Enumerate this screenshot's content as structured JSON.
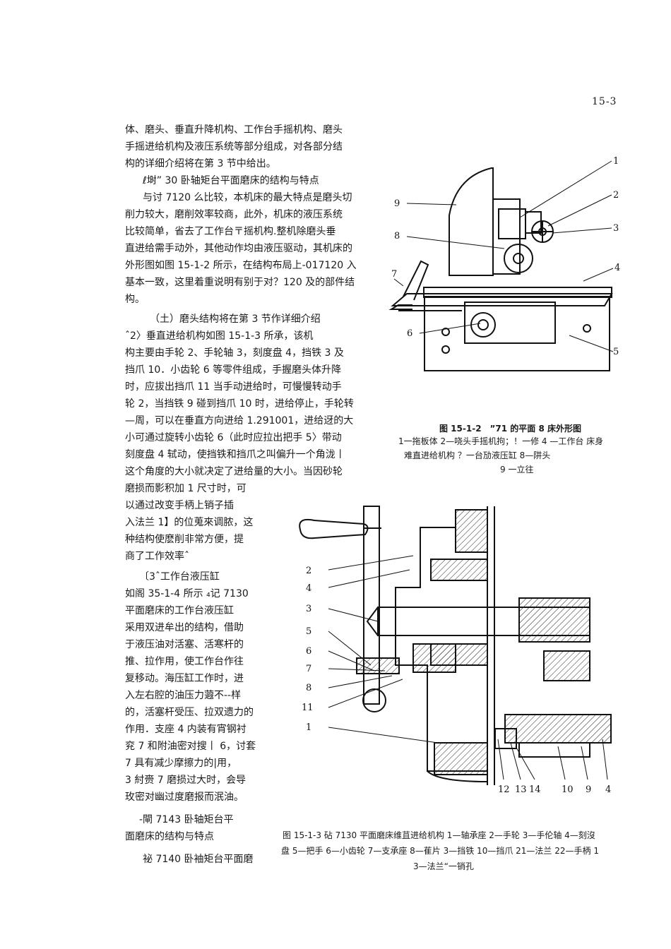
{
  "page_number": "15-3",
  "body_lines": [
    "体、磨头、垂直升降机构、工作台手摇机构、磨头",
    "手摇进给机构及液压系统等部分组成，对各部分结",
    "构的详细介绍将在第 3 节中给出。",
    "ℓ埘” 30 卧轴矩台平面磨床的结构与特点",
    "与讨 7120 么比较，本机床的最大特点是磨头切",
    "削力较大，磨削效率较商，此外，机床的液压系统",
    "比较简单，省去了工作台〒摇机构.整机除磨头垂",
    "直进给需手动外，其他动作均由液压驱动，其机床的",
    "外形图如图 15-1-2 所示，在结构布局上-017120 入",
    "基本一致，这里着重说明有别于对？120 及的部件结",
    "构。",
    "（土）磨头结构将在第 3 节作详细介绍",
    "ˆ2〉垂直进给机构如图 15-1-3 所承，该机",
    "构主要由手轮 2、手轮轴 3，刻度盘 4，挡铁 3 及",
    "挡爪 10．小齿轮 6 等零件组成，手握磨头体升降",
    "时，应拔出挡爪 11 当手动进给时，可慢慢转动手",
    "轮 2，当挡铁 9 碰到挡爪 10 时，进给停止，手轮转",
    "—周，可以在垂直方向进给 1.291001，进给迓的大",
    "小可通过旋转小齿轮 6（此时应拉出把手 5〉带动",
    "刻度盘 4 轼动，使挡铁和挡爪之叫偏升一个角泷丨",
    "这个角度的大小就决定了进给量的大小。当因砂轮",
    "磨损而影积加 1 尺寸时，可",
    "以通过改变手柄上销子插",
    "入法兰 1】的位蒐來调脓，这",
    "种结构使麽削非常方便，提",
    "商了工作效率ˆ",
    "〔3ˆ工作台液压缸",
    "如阁 35-1-4 所示 ₄记 7130",
    "平面磨床的工作台液压缸",
    "采用双进牟出的结构，借助",
    "于液压油对活塞、活寒杆的",
    "推、拉作用，使工作台作往",
    "复移动。海压缸工作时，进",
    "入左右腔的油压力蕸不--样",
    "的，活塞杆受压、拉双遗力的",
    "作用．支座 4 内装有宵钢衬",
    "兖 7 和附油密对搜丨 6，讨套",
    "7 具有减少摩擦力的|用，",
    "3 紂赍 7 磨损过大时，会导",
    "玫密对幽过度磨报而泯油。",
    "-閘 7143 卧轴矩台平",
    "面磨床的结构与特点",
    "祕 7140 卧袖矩台平面磨"
  ],
  "fig2": {
    "title": "图 15-1-2　”71 的平面 8 床外形图",
    "legend": [
      "1一拖板体 2—哓头手摇机拘；！一修 4 —工作台  床身",
      "难直进给机构 ？一台劢液压缸 8—阱头",
      "9 一立往"
    ],
    "callouts": [
      "1",
      "2",
      "3",
      "4",
      "5",
      "6",
      "7",
      "8",
      "9"
    ]
  },
  "fig3": {
    "caption": [
      "图 15-1-3 砧 7130 平面磨床维苴进给机构  1—轴承座  2—手轮  3—手伦轴  4—刻沒",
      "盘  5—把手  6—小齿轮 7—支承座  8—萑片  3—挡铁 10—挡爪  21—法兰  22—手柄  1",
      "3—法兰“一销孔"
    ],
    "callouts_left": [
      "2",
      "4",
      "3",
      "5",
      "6",
      "7",
      "8",
      "11",
      "1"
    ],
    "callouts_bottom": [
      "12",
      "13",
      "14",
      "10",
      "9",
      "4"
    ]
  }
}
